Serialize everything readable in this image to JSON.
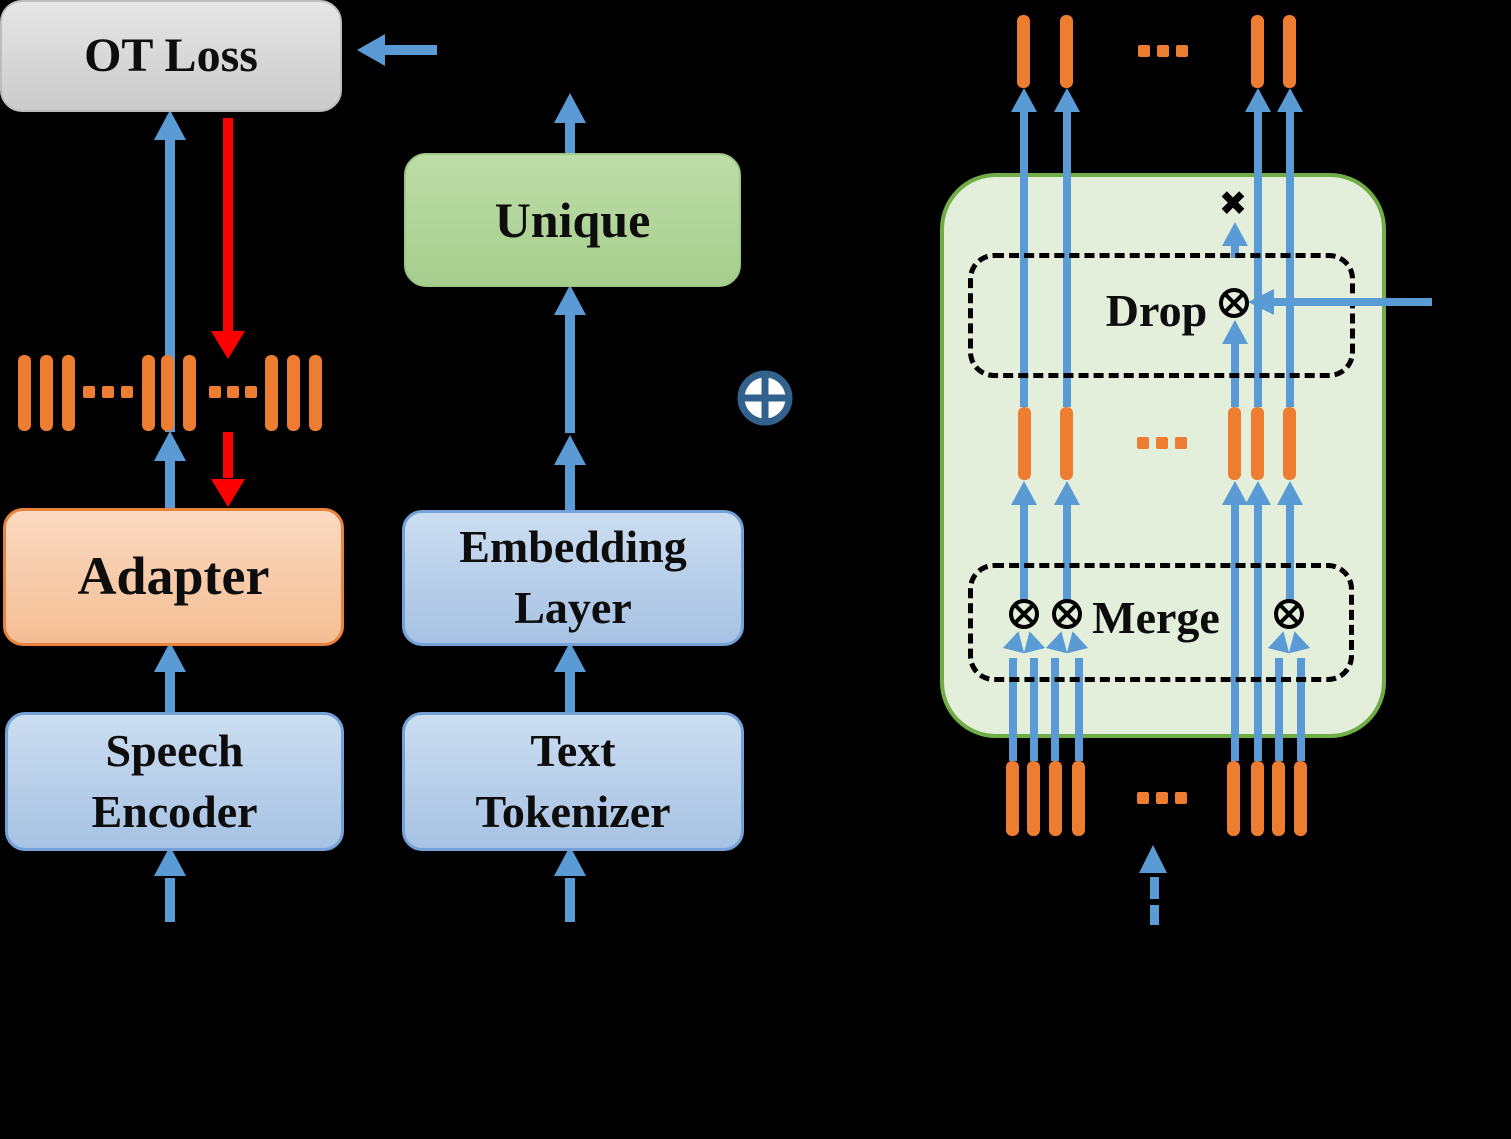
{
  "figure_type": "model-architecture-diagram",
  "colors": {
    "background": "#000000",
    "token_orange": "#ED7D31",
    "arrow_blue": "#5B9BD5",
    "arrow_red": "#FF0000",
    "panel_fill": "#E3EFDA",
    "panel_border": "#70AD47",
    "box_gray": "#D9D9D9",
    "box_blue": "#B4C7E7",
    "box_orange": "#F8CBAD",
    "box_green": "#A9D18E",
    "plus_circle_blue": "#31618C"
  },
  "left_column": {
    "ot_loss": {
      "label": "OT Loss"
    },
    "adapter": {
      "label": "Adapter"
    },
    "speech_encoder": {
      "line1": "Speech",
      "line2": "Encoder"
    }
  },
  "middle_column": {
    "unique": {
      "label": "Unique"
    },
    "embedding_layer": {
      "line1": "Embedding",
      "line2": "Layer"
    },
    "text_tokenizer": {
      "line1": "Text",
      "line2": "Tokenizer"
    }
  },
  "right_panel": {
    "drop": {
      "label": "Drop"
    },
    "merge": {
      "label": "Merge"
    }
  },
  "symbols": {
    "circled_plus": "⊕",
    "circled_times": "⊗",
    "heavy_x": "✖",
    "ellipsis": "···"
  }
}
